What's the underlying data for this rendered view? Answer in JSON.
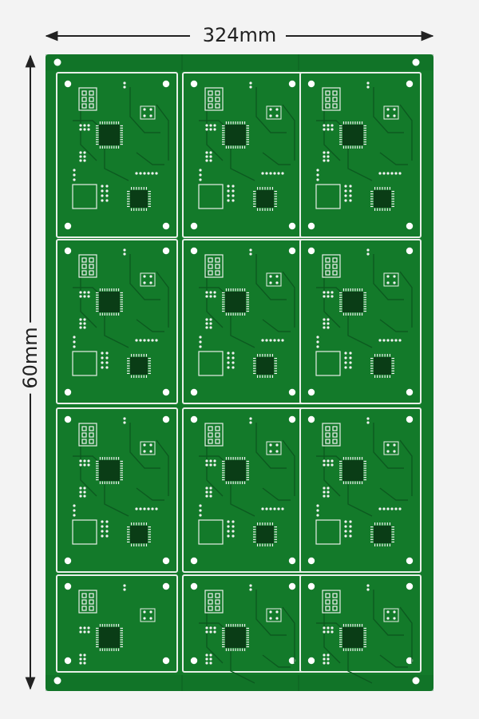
{
  "dimensions": {
    "width_label": "324mm",
    "height_label": "60mm"
  },
  "panel": {
    "columns": 3,
    "rows": 4,
    "colors": {
      "background": "#f3f3f3",
      "board": "#137a2a",
      "board_dark": "#0f6a24",
      "trace": "#0c5a1f",
      "silkscreen": "#e8efe8",
      "pad": "#f2f2f2",
      "hole": "#ffffff",
      "dimension_line": "#222222"
    }
  }
}
